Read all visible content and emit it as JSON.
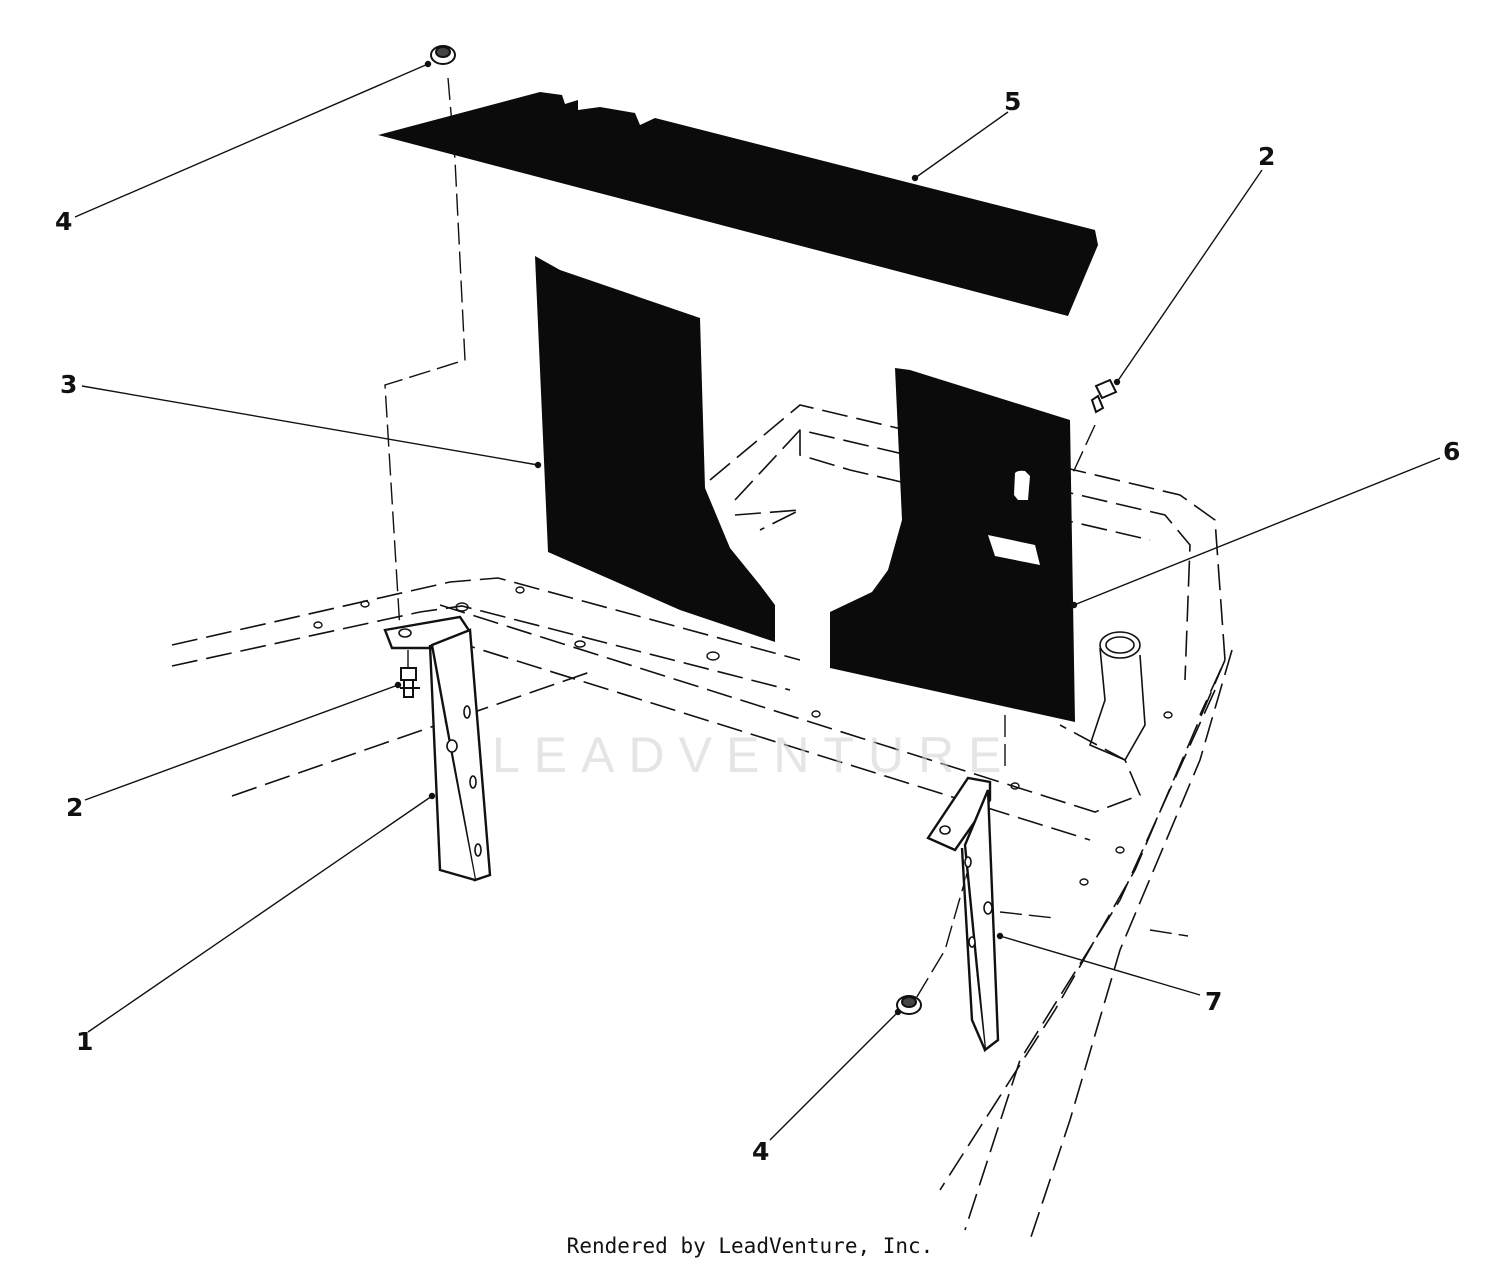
{
  "diagram": {
    "callouts": [
      {
        "id": "c4a",
        "label": "4"
      },
      {
        "id": "c5",
        "label": "5"
      },
      {
        "id": "c2a",
        "label": "2"
      },
      {
        "id": "c3",
        "label": "3"
      },
      {
        "id": "c6",
        "label": "6"
      },
      {
        "id": "c2b",
        "label": "2"
      },
      {
        "id": "c1",
        "label": "1"
      },
      {
        "id": "c4b",
        "label": "4"
      },
      {
        "id": "c7",
        "label": "7"
      }
    ],
    "watermark": "LEADVENTURE",
    "credit": "Rendered by LeadVenture, Inc."
  },
  "colors": {
    "ink": "#111111",
    "panel": "#0b0b0b",
    "watermark": "#cfcfcf"
  }
}
